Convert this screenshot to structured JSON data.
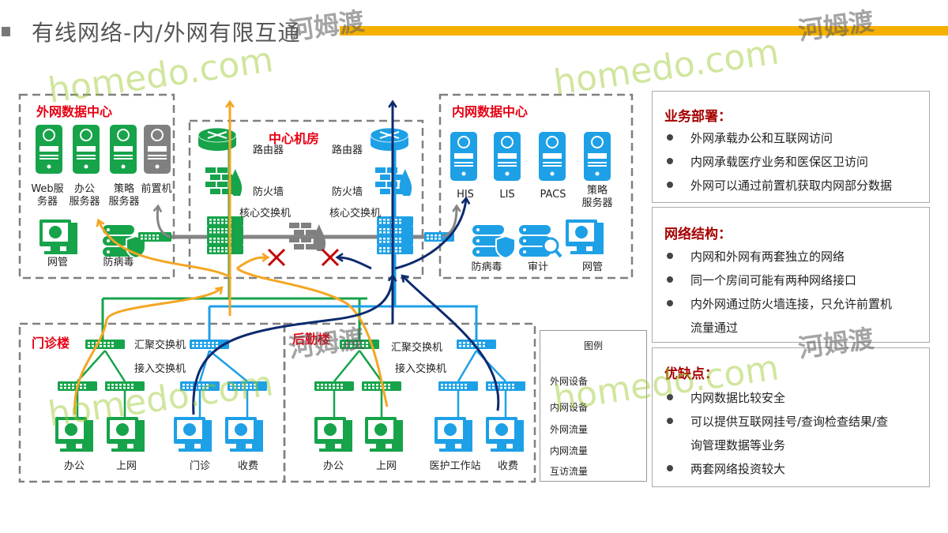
{
  "header": {
    "title": "有线网络-内/外网有限互通"
  },
  "zones": {
    "outer_dc": "外网数据中心",
    "center": "中心机房",
    "inner_dc": "内网数据中心",
    "clinic": "门诊楼",
    "logistics": "后勤楼"
  },
  "outer_dc": {
    "servers": [
      {
        "l1": "Web服",
        "l2": "务器"
      },
      {
        "l1": "办公",
        "l2": "服务器"
      },
      {
        "l1": "策略",
        "l2": "服务器"
      },
      {
        "l1": "前置机",
        "l2": ""
      }
    ],
    "nms": "网管",
    "antivirus": "防病毒"
  },
  "center": {
    "router_left": "路由器",
    "router_right": "路由器",
    "fw_left": "防火墙",
    "fw_right": "防火墙",
    "core_left": "核心交换机",
    "core_right": "核心交换机"
  },
  "inner_dc": {
    "servers": [
      {
        "l1": "HIS",
        "l2": ""
      },
      {
        "l1": "LIS",
        "l2": ""
      },
      {
        "l1": "PACS",
        "l2": ""
      },
      {
        "l1": "策略",
        "l2": "服务器"
      }
    ],
    "antivirus": "防病毒",
    "audit": "审计",
    "nms": "网管"
  },
  "clinic": {
    "agg": "汇聚交换机",
    "access": "接入交换机",
    "pcs": [
      "办公",
      "上网",
      "门诊",
      "收费"
    ]
  },
  "logistics": {
    "agg": "汇聚交换机",
    "access": "接入交换机",
    "pcs": [
      "办公",
      "上网",
      "医护工作站",
      "收费"
    ]
  },
  "legend": {
    "title": "图例",
    "outer_device": "外网设备",
    "inner_device": "内网设备",
    "outer_flow": "外网流量",
    "inner_flow": "内网流量",
    "mutual_flow": "互访流量"
  },
  "panels": [
    {
      "heading": "业务部署：",
      "items": [
        "外网承载办公和互联网访问",
        "内网承载医疗业务和医保区卫访问",
        "外网可以通过前置机获取内网部分数据"
      ]
    },
    {
      "heading": "网络结构：",
      "items": [
        "内网和外网有两套独立的网络",
        "同一个房间可能有两种网络接口",
        "内外网通过防火墙连接，只允许前置机",
        "流量通过"
      ]
    },
    {
      "heading": "优缺点：",
      "items": [
        "内网数据比较安全",
        "可以提供互联网挂号/查询检查结果/查",
        "询管理数据等业务",
        "两套网络投资较大"
      ]
    }
  ],
  "colors": {
    "outer": "#16a34a",
    "inner": "#1ea0e6",
    "orange": "#f5a623",
    "navy": "#0c2a6e",
    "gray": "#858585",
    "red": "#c00000"
  },
  "watermark": "homedo.com 河姆渡"
}
